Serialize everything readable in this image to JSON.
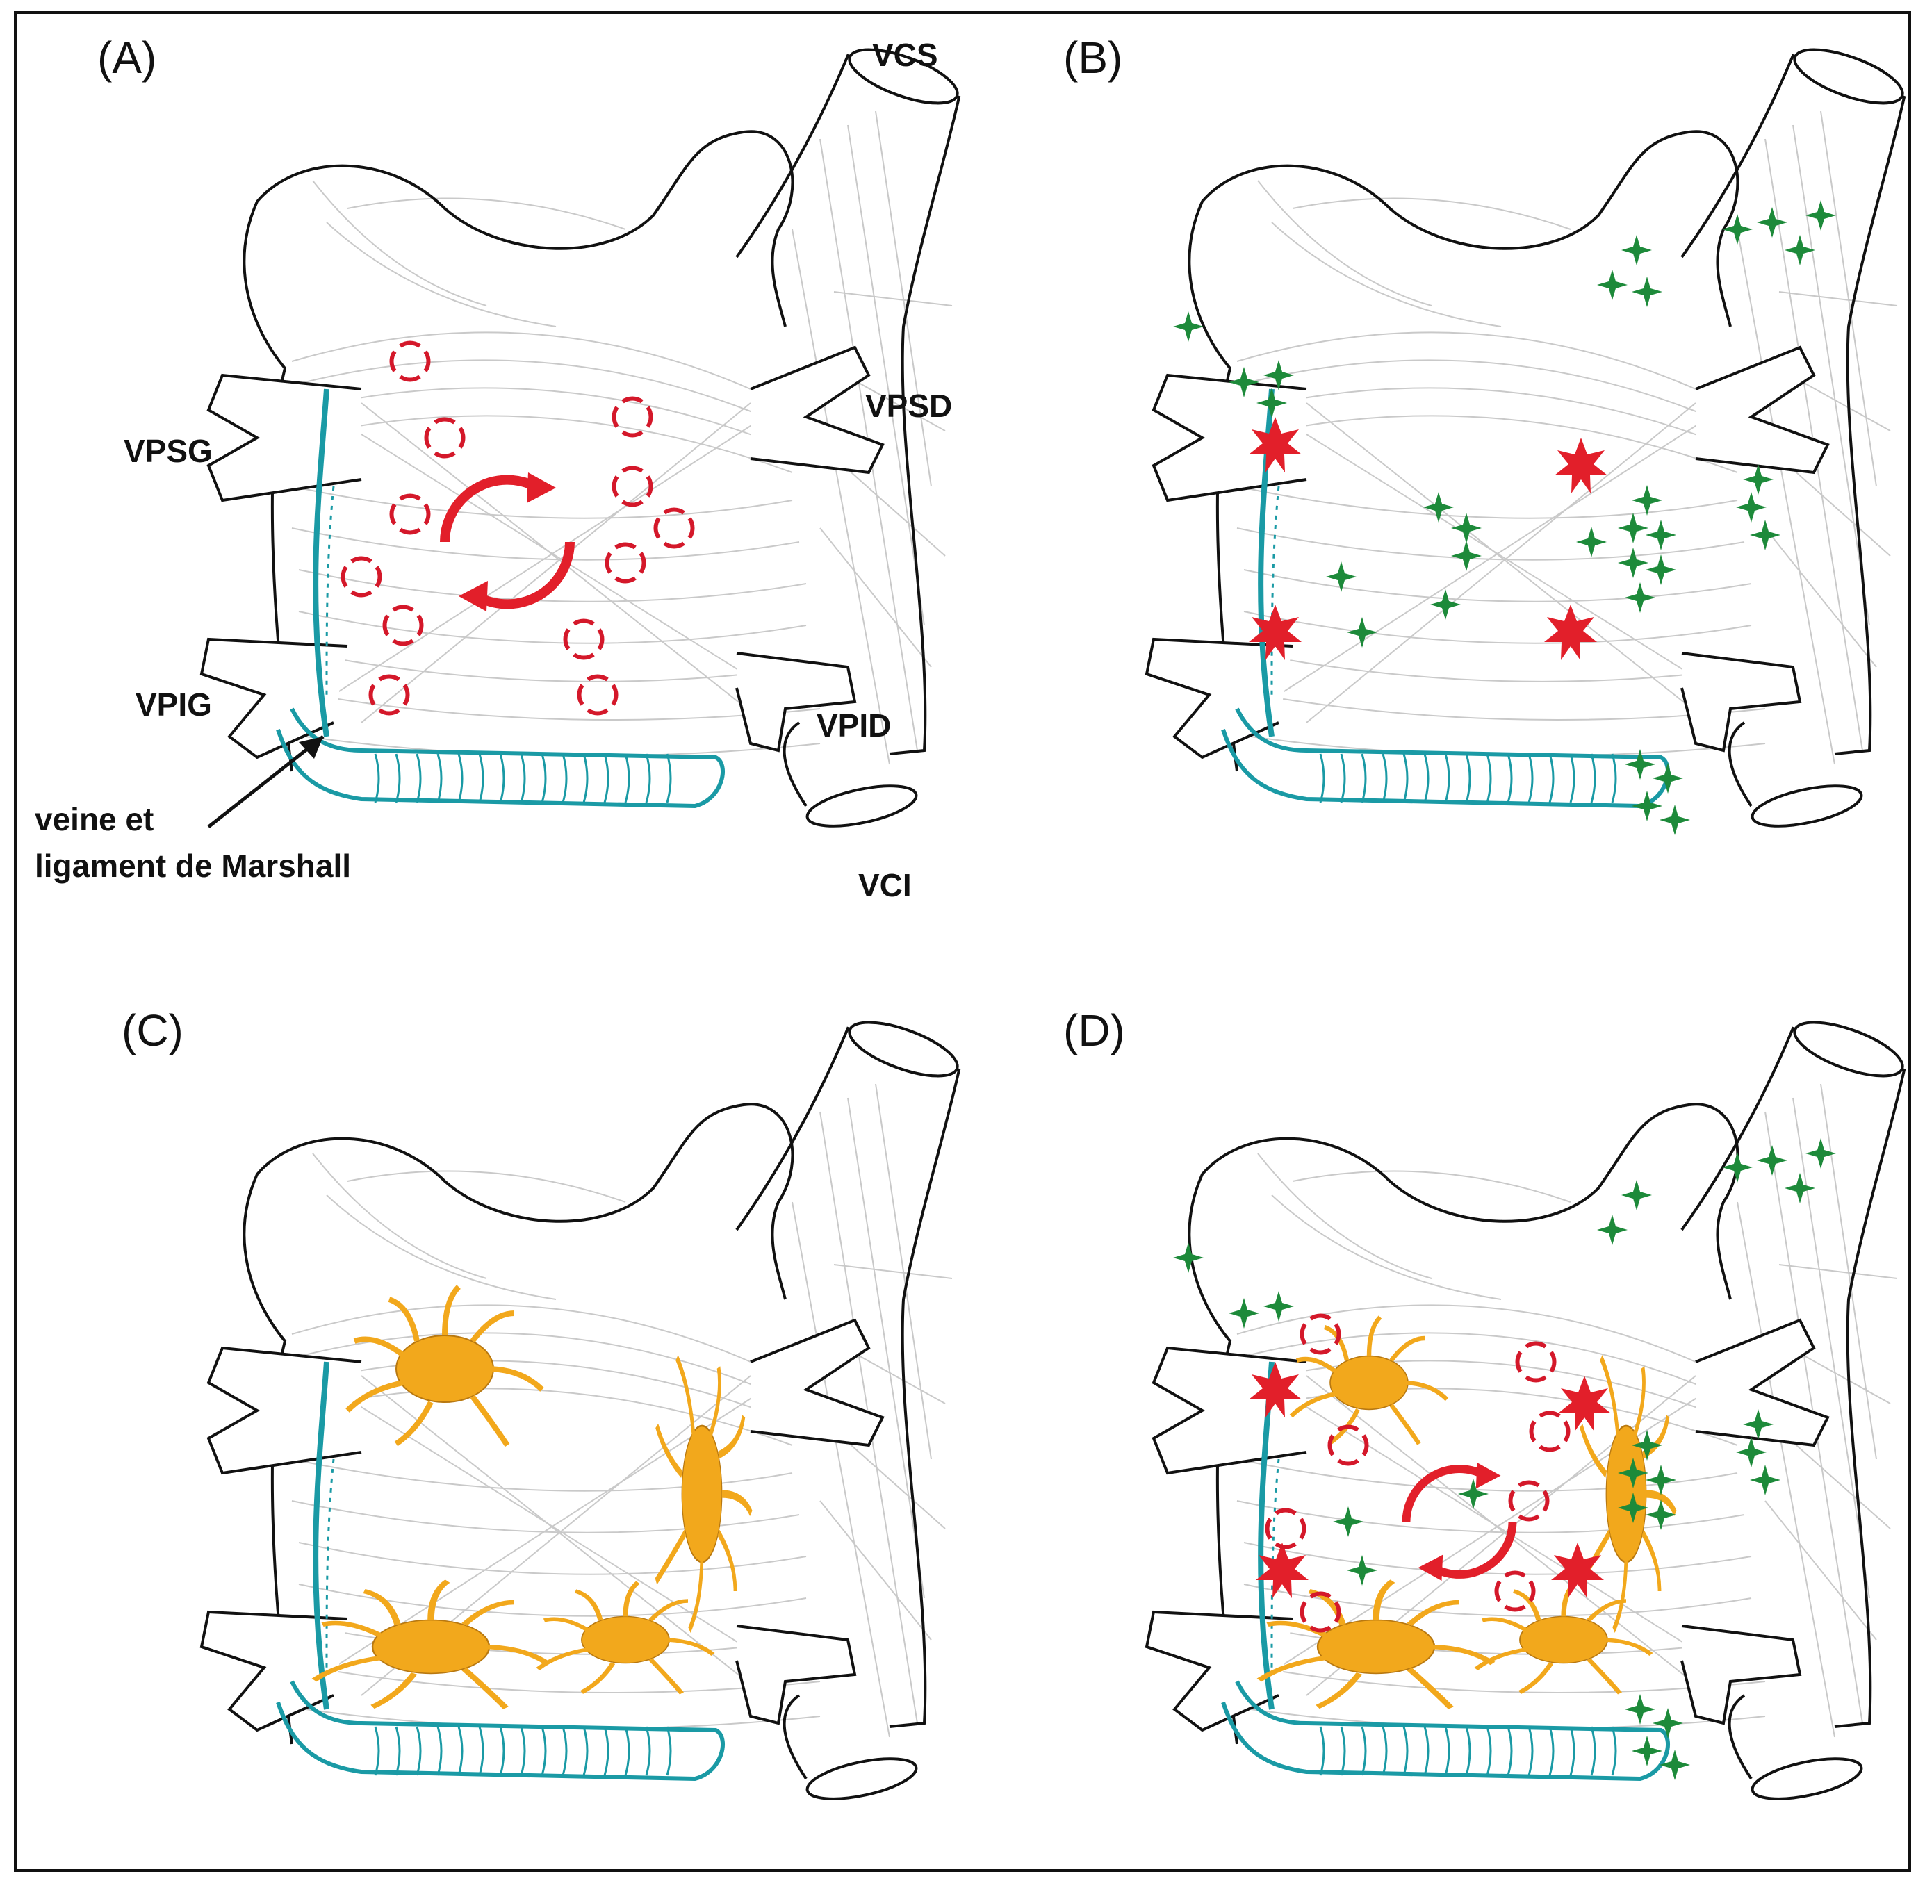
{
  "panels": [
    {
      "letter": "(A)",
      "features": [
        "reentry-circuits",
        "fibrillatory-wavelets"
      ]
    },
    {
      "letter": "(B)",
      "features": [
        "trigger-foci",
        "ectopic-sources"
      ]
    },
    {
      "letter": "(C)",
      "features": [
        "ganglionated-plexi"
      ]
    },
    {
      "letter": "(D)",
      "features": [
        "reentry-circuits",
        "fibrillatory-wavelets",
        "trigger-foci",
        "ectopic-sources",
        "ganglionated-plexi"
      ]
    }
  ],
  "labels": {
    "vcs": "VCS",
    "vci": "VCI",
    "vpsg": "VPSG",
    "vpsd": "VPSD",
    "vpig": "VPIG",
    "vpid": "VPID",
    "marshall_line1": "veine et",
    "marshall_line2": "ligament de Marshall"
  },
  "colors": {
    "outline": "#111111",
    "fibers": "#c4c4c4",
    "marshall": "#1a9aa5",
    "reentry": "#e21f2a",
    "trigger": "#e21f2a",
    "ectopic": "#1d8a3a",
    "plexus": "#f2a81c"
  }
}
